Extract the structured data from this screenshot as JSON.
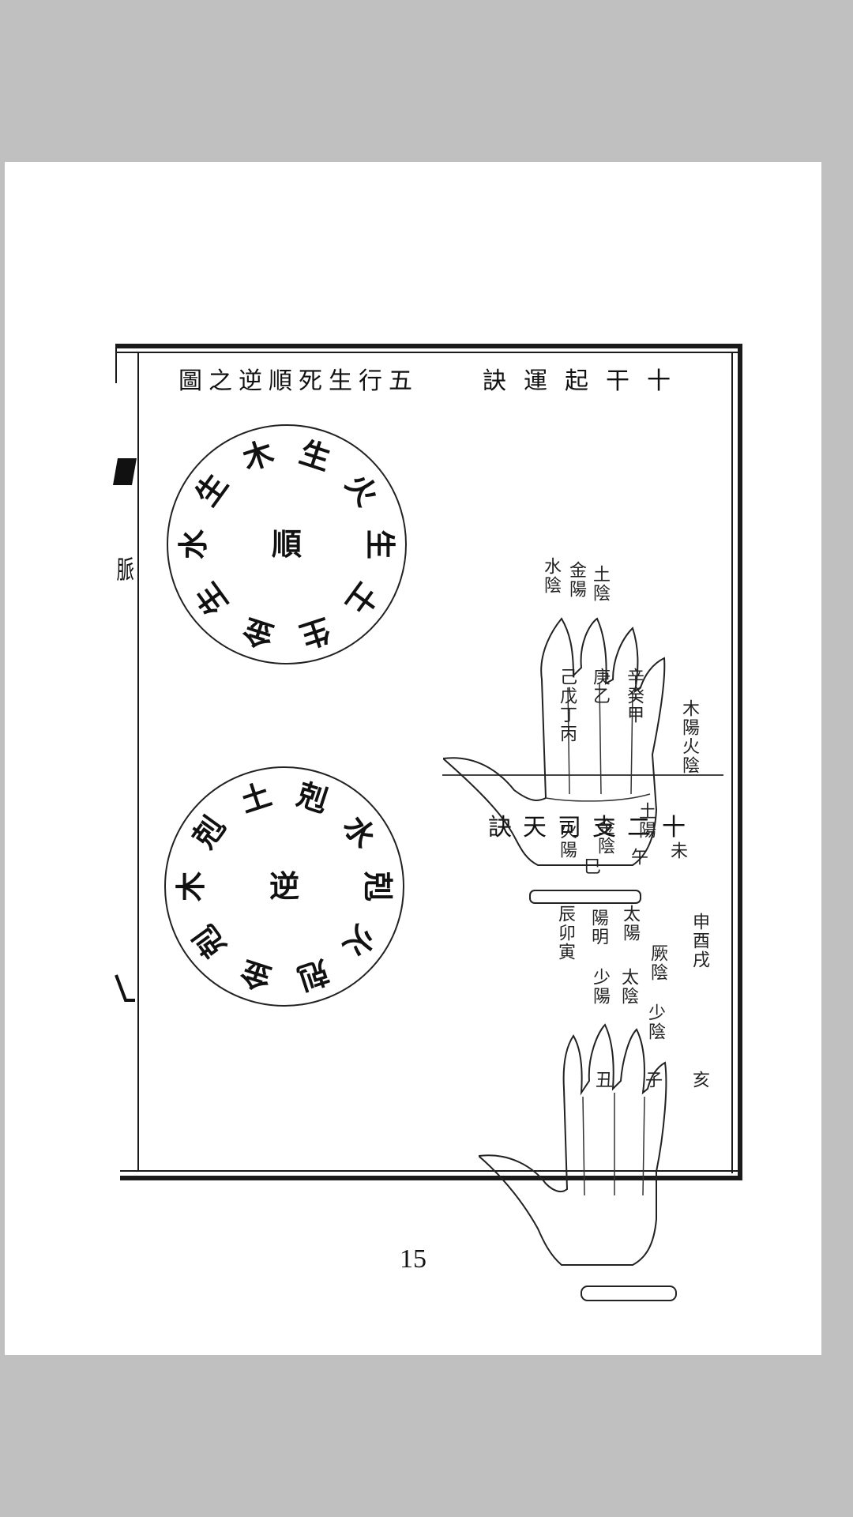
{
  "headings": {
    "five_elements_title": "五行生死順逆之圖",
    "ten_stems_title": "十干起運訣",
    "twelve_branches_title": "十二支司天訣"
  },
  "spine_text": {
    "fragment_2": "脈"
  },
  "circle_sheng": {
    "center": "順",
    "ring": [
      "生",
      "火",
      "生",
      "土",
      "生",
      "金",
      "生",
      "水",
      "生",
      "木"
    ]
  },
  "circle_ke": {
    "center": "逆",
    "ring": [
      "剋",
      "水",
      "剋",
      "火",
      "剋",
      "金",
      "剋",
      "木",
      "剋",
      "土"
    ]
  },
  "hand_upper": {
    "tip_labels": [
      "水陰",
      "金陽",
      "土陰"
    ],
    "finger_1": "己戊丁丙",
    "finger_2": "庚乙",
    "finger_3": "辛癸甲",
    "finger_4_outer": "木陽火陰",
    "palm_left": "火陽",
    "palm_mid": "金陰",
    "palm_right": "土陽"
  },
  "hand_lower": {
    "tip_labels": [
      "巳",
      "午",
      "未"
    ],
    "finger_1": "陽明",
    "finger_2": "太陽",
    "finger_3": "厥陰",
    "finger_1b": "少陽",
    "finger_2b": "太陰",
    "finger_3b": "少陰",
    "side_left": "辰卯寅",
    "side_right": "申酉戌",
    "palm": [
      "丑",
      "子",
      "亥"
    ]
  },
  "page_number": "15"
}
